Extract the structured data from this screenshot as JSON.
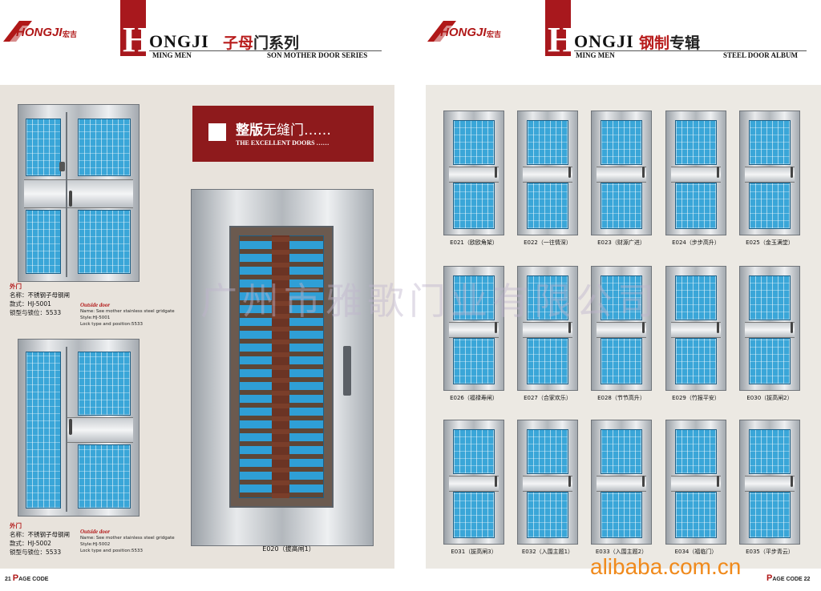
{
  "left_header": {
    "logo_text": "HONGJI",
    "logo_cn": "宏吉",
    "brand": "ONGJI",
    "brand_initial": "H",
    "brand_sub": "MING MEN",
    "title_red": "子母",
    "title_rest": "门系列",
    "series_en": "SON MOTHER DOOR SERIES"
  },
  "right_header": {
    "logo_text": "HONGJI",
    "logo_cn": "宏吉",
    "brand": "ONGJI",
    "brand_initial": "H",
    "brand_sub": "MING MEN",
    "title_red": "钢制",
    "title_rest": "专辑",
    "series_en": "STEEL DOOR ALBUM"
  },
  "banner": {
    "cn_bold": "整版",
    "cn_rest": "无缝门……",
    "en": "THE EXCELLENT DOORS ……"
  },
  "left_products": [
    {
      "label": "外门",
      "name": "名称：不锈钢子母钢闸",
      "style": "款式：HJ-5001",
      "lock": "锁型与锁位：5533",
      "en_head": "Outside door",
      "en_name": "Name: See mother stainless steel gridgate",
      "en_style": "Style:HJ-5001",
      "en_lock": "Lock type and position:5533"
    },
    {
      "label": "外门",
      "name": "名称：不锈钢子母钢闸",
      "style": "款式：HJ-5002",
      "lock": "锁型与锁位：5533",
      "en_head": "Outside door",
      "en_name": "Name: See mother stainless steel gridgate",
      "en_style": "Style:HJ-5002",
      "en_lock": "Lock type and position:5533"
    }
  ],
  "big_door_caption": "E020（拔高闸1）",
  "watermark": "广州市雅歌门业有限公司",
  "grid_captions": [
    "E021（欧欧角架）",
    "E022（一往情深）",
    "E023（财源广进）",
    "E024（步步高升）",
    "E025（金玉满堂）",
    "E026（福禄寿闸）",
    "E027（合家欢乐）",
    "E028（节节高升）",
    "E029（竹报平安）",
    "E030（拔高闸2）",
    "E031（拔高闸3）",
    "E032（入围主题1）",
    "E033（入围主题2）",
    "E034（福临门）",
    "E035（平步青云）"
  ],
  "footer": {
    "left_page": "21",
    "left_code": "AGE CODE",
    "right_page": "22",
    "right_code": "AGE CODE",
    "page_letter": "P",
    "alibaba": "alibaba.com.cn"
  },
  "colors": {
    "brand_red": "#a8181d",
    "glass_blue": "#3aa6d8"
  }
}
